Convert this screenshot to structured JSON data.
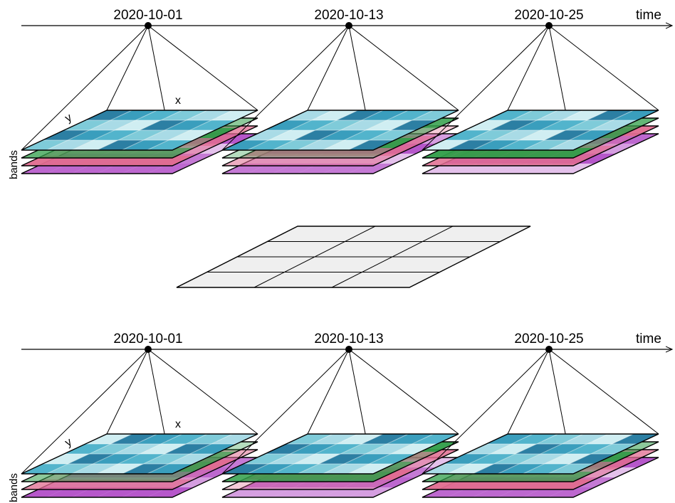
{
  "time_axis_label": "time",
  "x_label": "x",
  "y_label": "y",
  "bands_label": "bands",
  "panels": [
    {
      "id": "top",
      "dates": [
        "2020-10-01",
        "2020-10-13",
        "2020-10-25"
      ]
    },
    {
      "id": "bottom",
      "dates": [
        "2020-10-01",
        "2020-10-13",
        "2020-10-25"
      ]
    }
  ],
  "colors": {
    "band_1_palette": [
      "#2c7fa3",
      "#3a9ebd",
      "#52b4cc",
      "#7fcbd9",
      "#a9dbe6",
      "#d0eef2"
    ],
    "band_2": "#2f9d48",
    "band_3": "#e06b8f",
    "band_4": "#b24ec7",
    "target_grid": "#efefef"
  }
}
